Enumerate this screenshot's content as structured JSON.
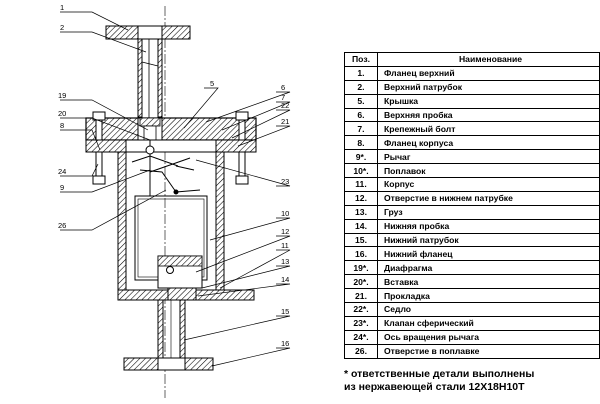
{
  "callouts": [
    "1",
    "2",
    "5",
    "6",
    "7",
    "19",
    "20",
    "22",
    "8",
    "21",
    "24",
    "9",
    "23",
    "26",
    "10",
    "12",
    "11",
    "13",
    "14",
    "15",
    "16"
  ],
  "table": {
    "header": {
      "pos": "Поз.",
      "name": "Наименование"
    },
    "rows": [
      {
        "pos": "1.",
        "name": "Фланец верхний"
      },
      {
        "pos": "2.",
        "name": "Верхний патрубок"
      },
      {
        "pos": "5.",
        "name": "Крышка"
      },
      {
        "pos": "6.",
        "name": "Верхняя пробка"
      },
      {
        "pos": "7.",
        "name": "Крепежный болт"
      },
      {
        "pos": "8.",
        "name": "Фланец корпуса"
      },
      {
        "pos": "9*.",
        "name": "Рычаг"
      },
      {
        "pos": "10*.",
        "name": "Поплавок"
      },
      {
        "pos": "11.",
        "name": "Корпус"
      },
      {
        "pos": "12.",
        "name": "Отверстие в нижнем патрубке"
      },
      {
        "pos": "13.",
        "name": "Груз"
      },
      {
        "pos": "14.",
        "name": "Нижняя пробка"
      },
      {
        "pos": "15.",
        "name": "Нижний патрубок"
      },
      {
        "pos": "16.",
        "name": "Нижний фланец"
      },
      {
        "pos": "19*.",
        "name": "Диафрагма"
      },
      {
        "pos": "20*.",
        "name": "Вставка"
      },
      {
        "pos": "21.",
        "name": "Прокладка"
      },
      {
        "pos": "22*.",
        "name": "Седло"
      },
      {
        "pos": "23*.",
        "name": "Клапан сферический"
      },
      {
        "pos": "24*.",
        "name": "Ось вращения рычага"
      },
      {
        "pos": "26.",
        "name": "Отверстие в поплавке"
      }
    ]
  },
  "footnote": {
    "line1": "* ответственные детали выполнены",
    "line2": "из нержавеющей стали 12Х18Н10Т"
  }
}
